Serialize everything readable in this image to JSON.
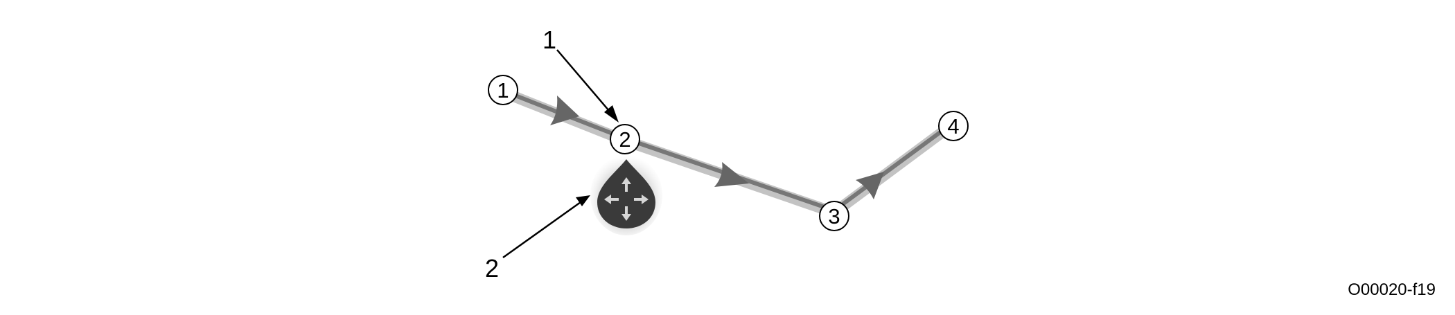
{
  "route": {
    "waypoints": [
      {
        "label": "1"
      },
      {
        "label": "2"
      },
      {
        "label": "3"
      },
      {
        "label": "4"
      }
    ],
    "colors": {
      "track_light": "#c3c3c3",
      "track_dark": "#777777",
      "arrow_fill": "#666666",
      "circle_stroke": "#000000",
      "circle_fill": "#ffffff"
    }
  },
  "move_handle": {
    "icon": "move-arrows-icon",
    "colors": {
      "glow": "#d9d9d9",
      "drop": "#3a3a3a",
      "arrows": "#d6d6d6"
    }
  },
  "callouts": [
    {
      "label": "1"
    },
    {
      "label": "2"
    }
  ],
  "figure_code": "O00020-f19"
}
